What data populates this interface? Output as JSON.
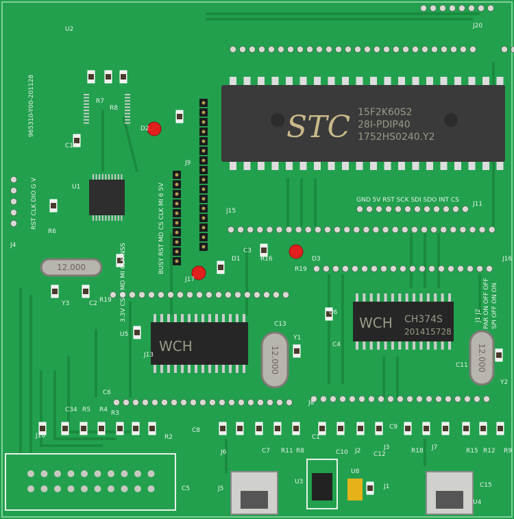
{
  "colors": {
    "board": "#22a04e",
    "trace": "#1a8a3f",
    "silk": "#e8f3ea",
    "chip": "#2b2b2b",
    "pad": "#d9d9d2",
    "led": "#e0201c"
  },
  "mcu": {
    "brand": "STC",
    "line1": "15F2K60S2",
    "line2": "28I-PDIP40",
    "line3": "1752HS0240.Y2"
  },
  "usb_chip_u6": {
    "logo": "WCH",
    "part": "CH374S",
    "code": "201415728"
  },
  "usb_chip_u5": {
    "logo": "WCH"
  },
  "crystal_y1": "12.000",
  "crystal_y2": "12.000",
  "crystal_y3": "12.000",
  "board_id": "965310-Y00-201128",
  "jumper_table": {
    "header": "J1 J2",
    "par": "PAR ON OFF OFF",
    "spi": "SPI OFF ON ON"
  },
  "labels": [
    "U2",
    "R7",
    "R8",
    "D2",
    "C14",
    "U1",
    "J4",
    "R6",
    "Y3",
    "C2",
    "C3",
    "R19",
    "J9",
    "J15",
    "J17",
    "D1",
    "R16",
    "R19",
    "D3",
    "J11",
    "J16",
    "J20",
    "J13",
    "U5",
    "C13",
    "Y1",
    "C4",
    "U6",
    "C11",
    "Y2",
    "C6",
    "J8",
    "J10",
    "C34",
    "R5",
    "R4",
    "R3",
    "R2",
    "C8",
    "J6",
    "C7",
    "R11",
    "R8",
    "C1",
    "C10",
    "J2",
    "J3",
    "C9",
    "R18",
    "J7",
    "R15",
    "R12",
    "R9",
    "C5",
    "J5",
    "U3",
    "U8",
    "C12",
    "J1",
    "C15",
    "U4"
  ],
  "pin_labels_j9": "3.3V CS 8 MD MI CLK NSS",
  "pin_labels_j16": "GND 5V RST SCK SDI SDO INT CS",
  "pin_labels_j15": "BUSY RST MD CS CLK MI 6 5V",
  "j4_labels": "RST CLK DIO G V"
}
